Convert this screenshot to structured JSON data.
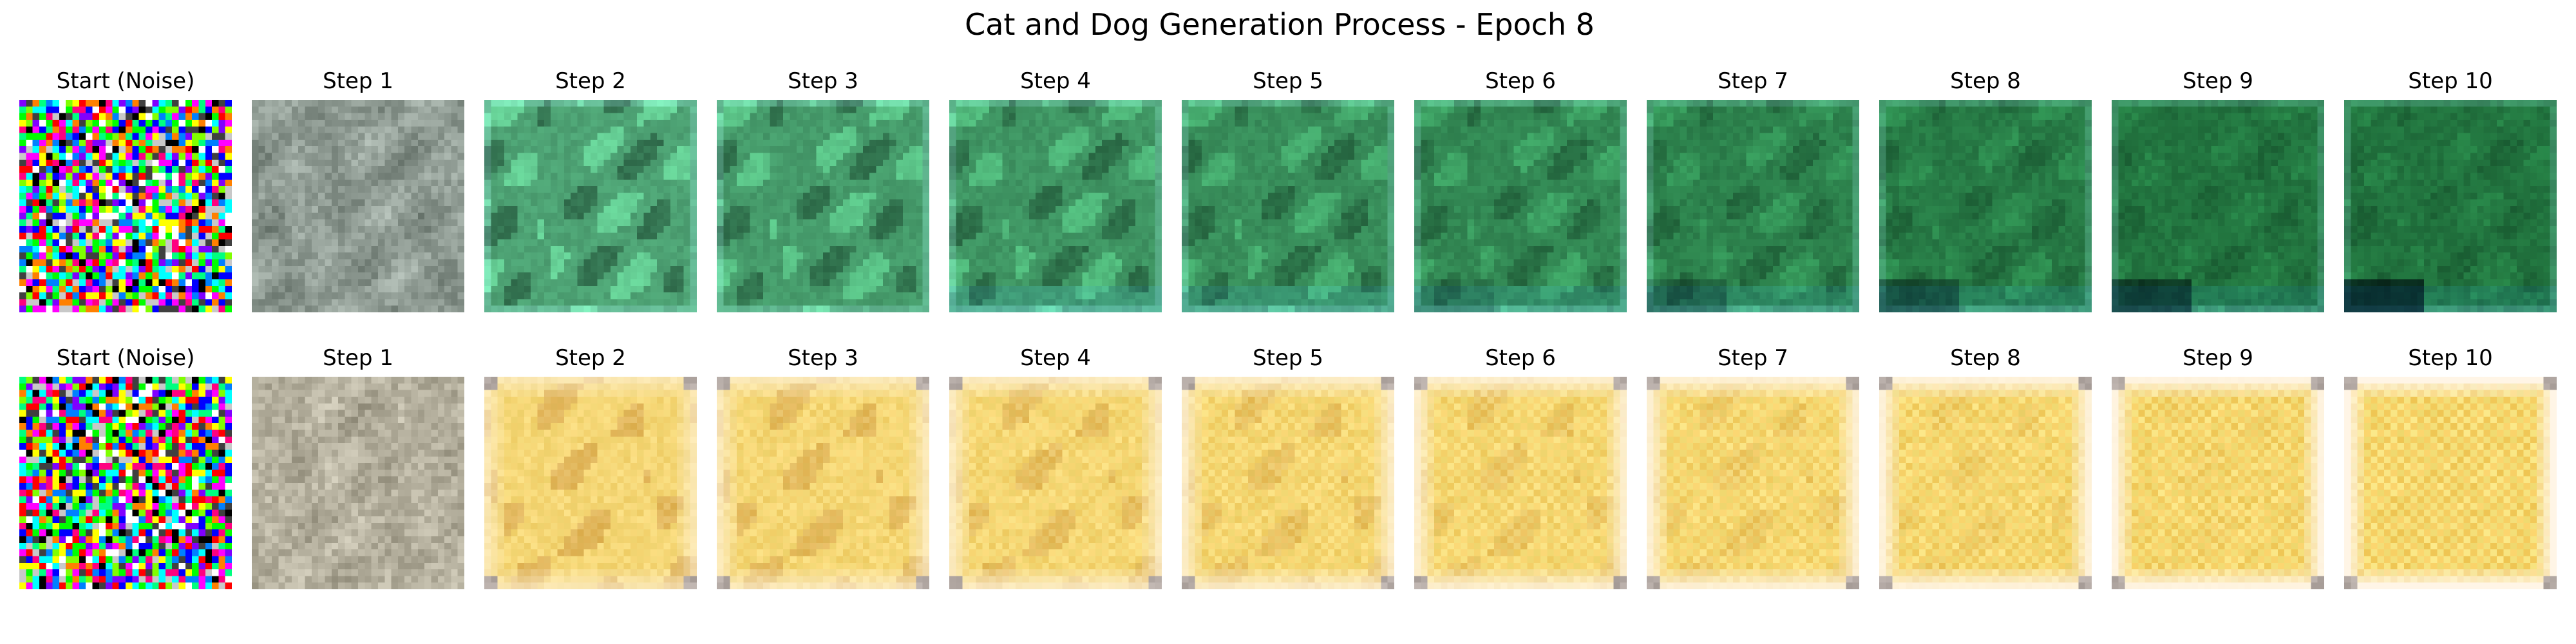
{
  "title": "Cat and Dog Generation Process - Epoch 8",
  "rows": [
    {
      "palette": "green",
      "panels": [
        {
          "label": "Start (Noise)"
        },
        {
          "label": "Step 1"
        },
        {
          "label": "Step 2"
        },
        {
          "label": "Step 3"
        },
        {
          "label": "Step 4"
        },
        {
          "label": "Step 5"
        },
        {
          "label": "Step 6"
        },
        {
          "label": "Step 7"
        },
        {
          "label": "Step 8"
        },
        {
          "label": "Step 9"
        },
        {
          "label": "Step 10"
        }
      ]
    },
    {
      "palette": "yellow",
      "panels": [
        {
          "label": "Start (Noise)"
        },
        {
          "label": "Step 1"
        },
        {
          "label": "Step 2"
        },
        {
          "label": "Step 3"
        },
        {
          "label": "Step 4"
        },
        {
          "label": "Step 5"
        },
        {
          "label": "Step 6"
        },
        {
          "label": "Step 7"
        },
        {
          "label": "Step 8"
        },
        {
          "label": "Step 9"
        },
        {
          "label": "Step 10"
        }
      ]
    }
  ]
}
